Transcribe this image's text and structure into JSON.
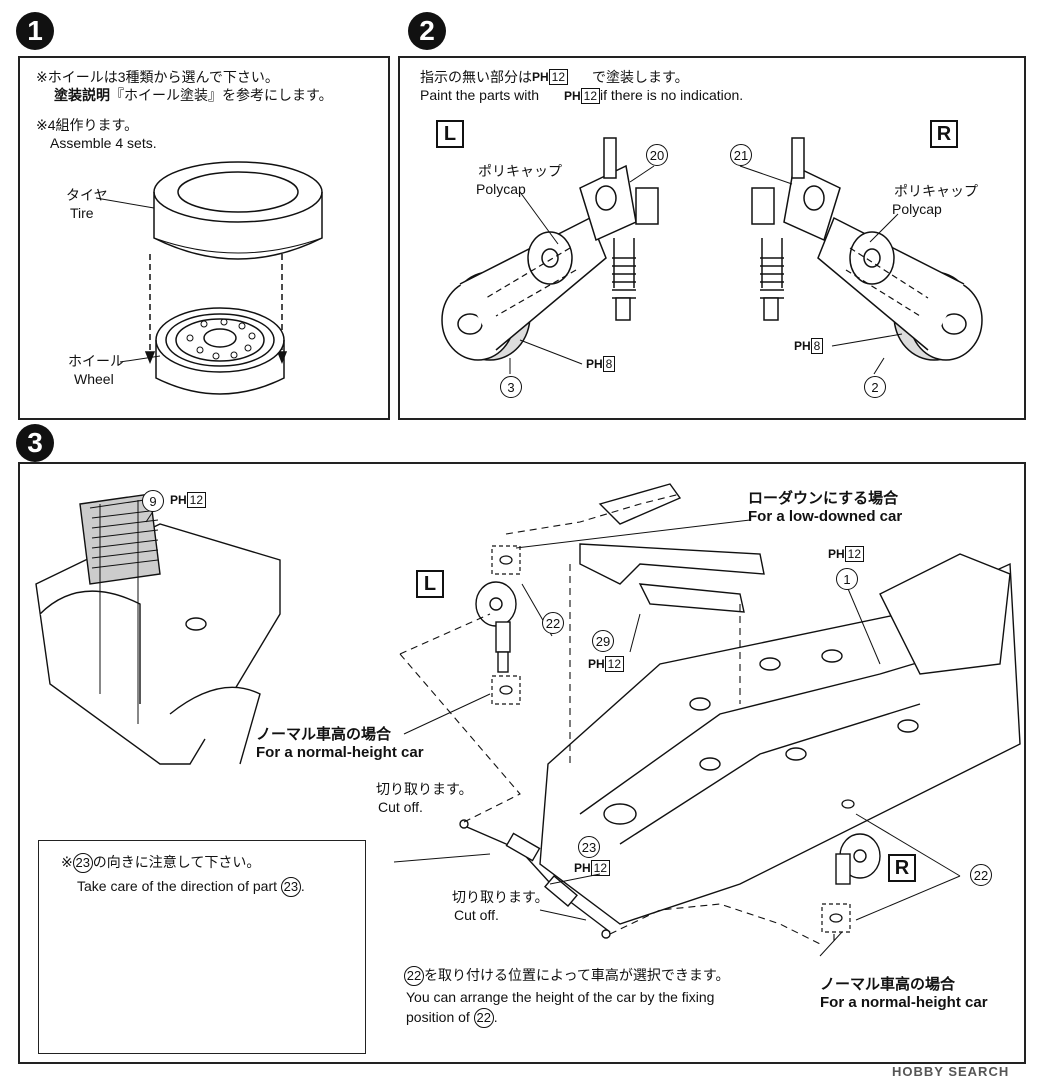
{
  "steps": {
    "s1": "1",
    "s2": "2",
    "s3": "3"
  },
  "step1": {
    "note1": "※ホイールは3種類から選んで下さい。",
    "note2_bold": "塗装説明",
    "note2_rest": "『ホイール塗装』を参考にします。",
    "note3": "※4組作ります。",
    "note3_en": "Assemble 4 sets.",
    "tire_jp": "タイヤ",
    "tire_en": "Tire",
    "wheel_jp": "ホイール",
    "wheel_en": "Wheel"
  },
  "step2": {
    "note_jp": "指示の無い部分は",
    "note_jp2": "で塗装します。",
    "note_en": "Paint the parts with",
    "note_en2": "if there is no indication.",
    "paint_code": "PH",
    "paint_num_12": "12",
    "paint_num_8": "8",
    "L": "L",
    "R": "R",
    "polycap_jp": "ポリキャップ",
    "polycap_en": "Polycap",
    "part20": "20",
    "part21": "21",
    "part3": "3",
    "part2": "2"
  },
  "step3": {
    "part9": "9",
    "part1": "1",
    "part22": "22",
    "part29": "29",
    "part23": "23",
    "paint_code": "PH",
    "paint_num": "12",
    "lowdown_jp": "ローダウンにする場合",
    "lowdown_en": "For a low-downed car",
    "normal_jp": "ノーマル車高の場合",
    "normal_en": "For a normal-height car",
    "cutoff_jp": "切り取ります。",
    "cutoff_en": "Cut off.",
    "L": "L",
    "R": "R",
    "direction_jp_pre": "※",
    "direction_jp": "の向きに注意して下さい。",
    "direction_en": "Take care of the direction of part",
    "height_jp": "を取り付ける位置によって車高が選択できます。",
    "height_en": "You can arrange the height of the car by the fixing",
    "height_en2": "position of",
    "period": "."
  },
  "watermark": "HOBBY SEARCH"
}
